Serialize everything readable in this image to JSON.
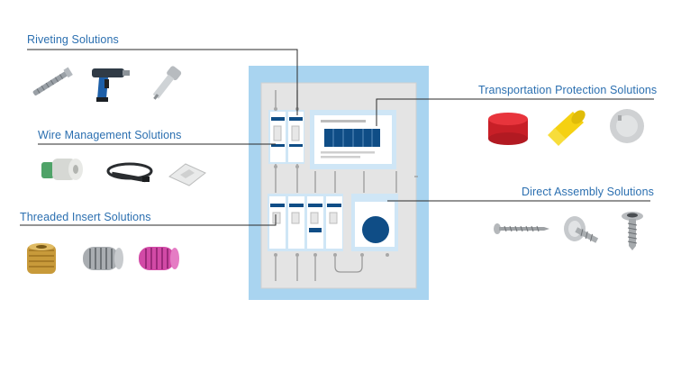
{
  "categories": {
    "riveting": "Riveting Solutions",
    "wire_management": "Wire Management Solutions",
    "threaded_insert": "Threaded Insert Solutions",
    "transportation_protection": "Transportation Protection Solutions",
    "direct_assembly": "Direct Assembly Solutions"
  },
  "colors": {
    "label_blue": "#2b6fb0",
    "panel_blue": "#a9d4f0",
    "panel_grey": "#e7e7e7",
    "accent_navy": "#0f4d86",
    "cap_red": "#d9262e",
    "cap_yellow": "#f5d112",
    "insert_brass": "#c89a3a",
    "insert_magenta": "#d24aa6"
  },
  "products": {
    "riveting": [
      "rivet-nut-icon",
      "rivet-gun-icon",
      "blind-rivet-icon"
    ],
    "wire_management": [
      "cable-gland-icon",
      "cable-tie-icon",
      "cable-tie-mount-icon"
    ],
    "threaded_insert": [
      "brass-insert-icon",
      "helical-insert-silver-icon",
      "helical-insert-pink-icon"
    ],
    "transportation_protection": [
      "red-cap-icon",
      "yellow-plug-icon",
      "grey-plug-icon"
    ],
    "direct_assembly": [
      "screw-icon",
      "washer-screw-icon",
      "flange-screw-icon"
    ]
  }
}
